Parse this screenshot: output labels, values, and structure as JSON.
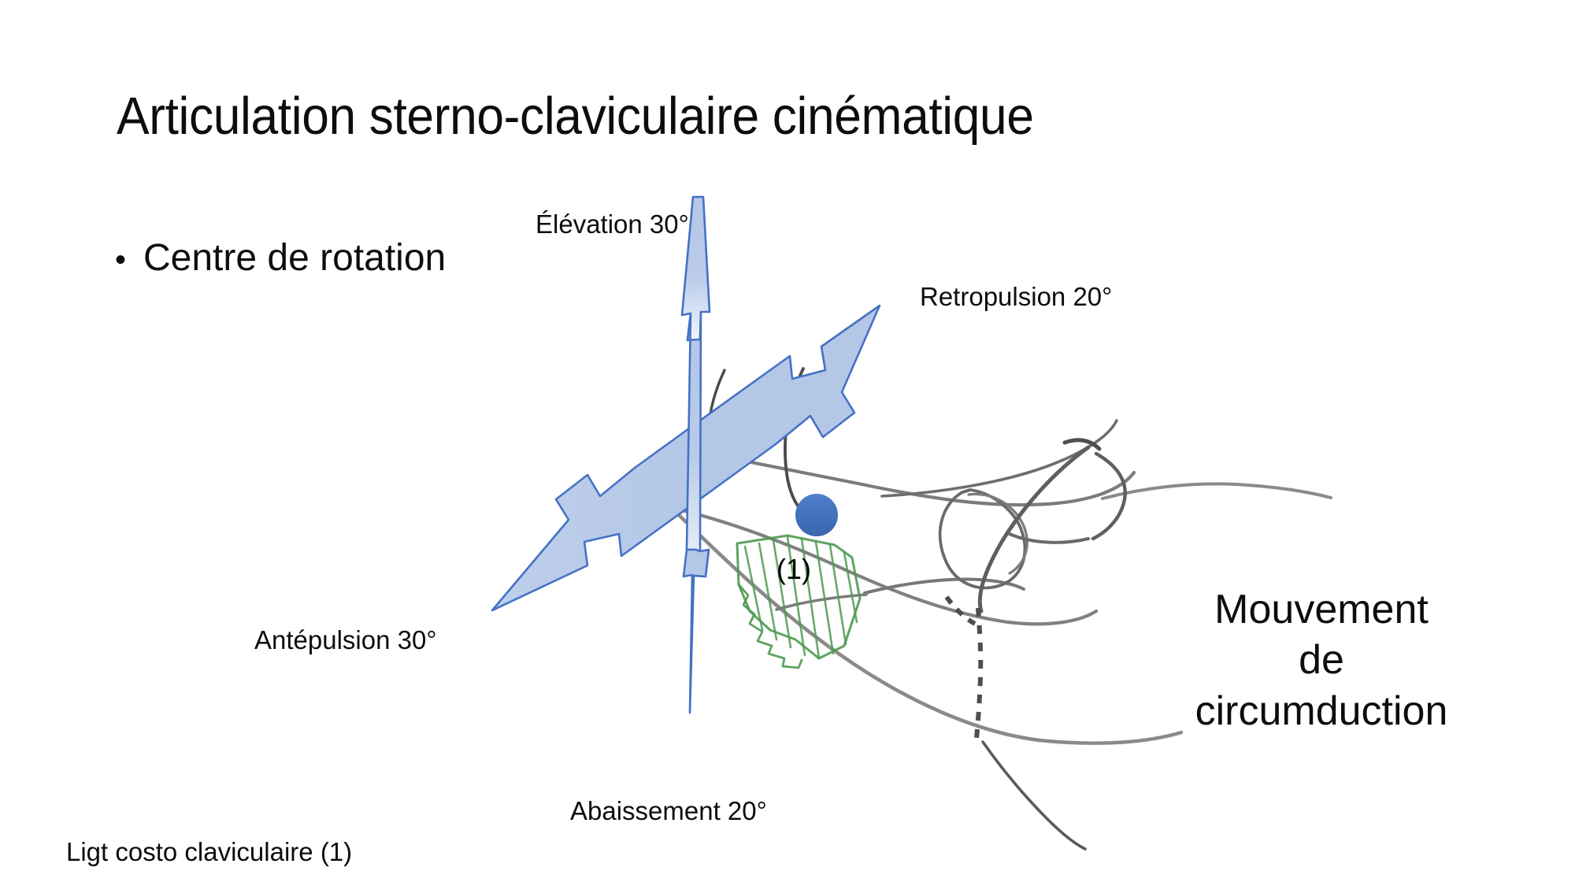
{
  "slide": {
    "title": "Articulation sterno-claviculaire cinématique",
    "background_color": "#FFFFFF",
    "text_color": "#0D0D0D"
  },
  "bullets": [
    {
      "glyph": "•",
      "text": "Centre de rotation"
    }
  ],
  "axes": {
    "labels": [
      {
        "id": "elevation",
        "text": "Élévation 30°"
      },
      {
        "id": "retropulsion",
        "text": "Retropulsion 20°"
      },
      {
        "id": "antepulsion",
        "text": "Antépulsion 30°"
      },
      {
        "id": "abaissement",
        "text": "Abaissement 20°"
      }
    ],
    "arrow_fill_light": "#DCE6F5",
    "arrow_fill": "#B4C7E7",
    "arrow_stroke": "#4472C4",
    "vertical_axis": "Élévation / Abaissement",
    "oblique_axis": "Retropulsion / Antépulsion"
  },
  "markers": {
    "center_of_rotation_color": "#4472C4",
    "ligament_index": "(1)",
    "ligament_color": "#4E9A50",
    "drawing_stroke": "#6B6B6B"
  },
  "caption": {
    "lines": [
      "Mouvement",
      "de",
      "circumduction"
    ]
  },
  "footnote": {
    "text": "Ligt costo claviculaire (1)"
  }
}
